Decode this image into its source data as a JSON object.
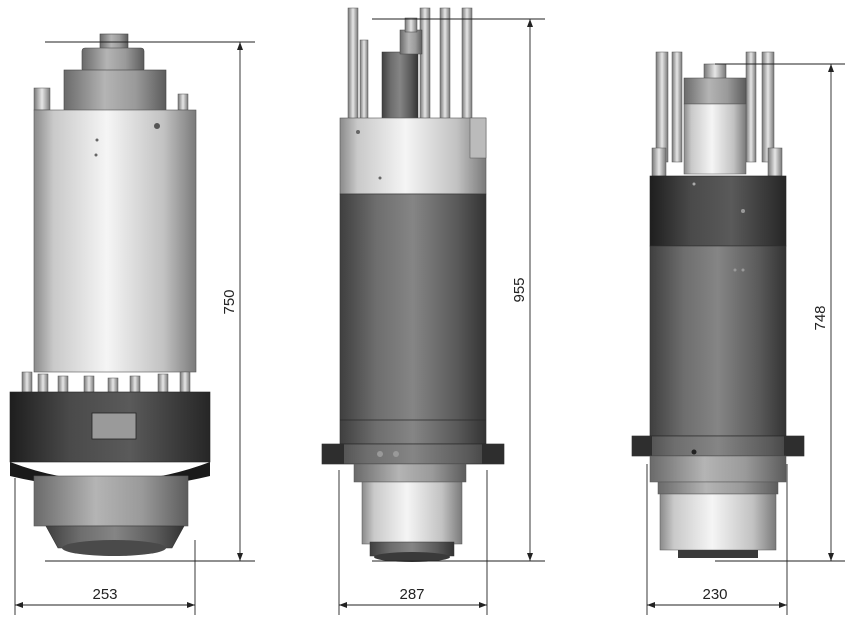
{
  "spindles": [
    {
      "width_dim": "253",
      "height_dim": "750"
    },
    {
      "width_dim": "287",
      "height_dim": "955"
    },
    {
      "width_dim": "230",
      "height_dim": "748"
    }
  ]
}
